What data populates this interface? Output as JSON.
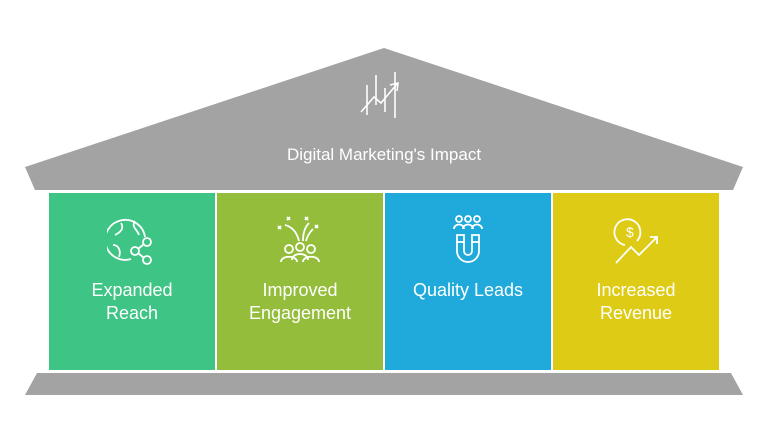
{
  "roof": {
    "title": "Digital Marketing's Impact",
    "icon": "growth-chart-icon",
    "color": "#A3A3A3"
  },
  "pillars": [
    {
      "label": "Expanded Reach",
      "line1": "Expanded",
      "line2": "Reach",
      "icon": "globe-network-icon",
      "color": "#3EC484"
    },
    {
      "label": "Improved Engagement",
      "line1": "Improved",
      "line2": "Engagement",
      "icon": "audience-celebration-icon",
      "color": "#93BD3A"
    },
    {
      "label": "Quality Leads",
      "line1": "Quality Leads",
      "line2": "",
      "icon": "magnet-people-icon",
      "color": "#1FAADB"
    },
    {
      "label": "Increased Revenue",
      "line1": "Increased",
      "line2": "Revenue",
      "icon": "dollar-growth-icon",
      "color": "#DECB16"
    }
  ]
}
